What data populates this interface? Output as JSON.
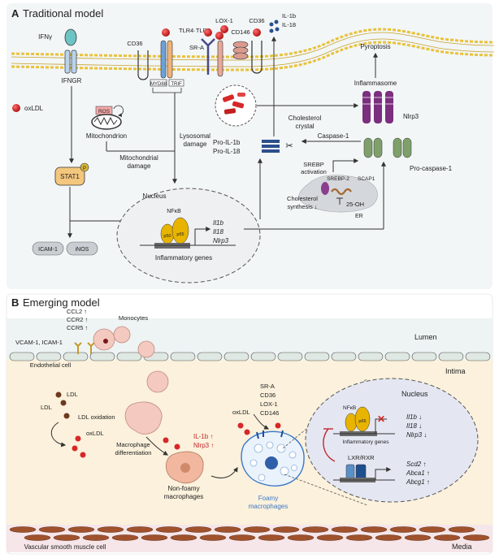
{
  "panel_a": {
    "letter": "A",
    "title": "Traditional model",
    "receptors": {
      "ifng": "IFNγ",
      "ifngr": "IFNGR",
      "cd36_left": "CD36",
      "tlr": "TLR4·TLR6",
      "sra": "SR-A",
      "lox1": "LOX-1",
      "cd146": "CD146",
      "cd36_right": "CD36",
      "il1b_top": "IL-1b",
      "il18_top": "IL-18",
      "myd88": "MYD88",
      "trif": "TRIF"
    },
    "oxldl_legend": "oxLDL",
    "ros": "ROS",
    "mitochondrion": "Mitochondrion",
    "mito_damage": [
      "Mitochondrial",
      "damage"
    ],
    "stat1": "STAT1",
    "stat1_p": "P",
    "icam1": "ICAM-1",
    "inos": "iNOS",
    "lysosomal_damage": [
      "Lysosomal",
      "damage"
    ],
    "nucleus": "Nucleus",
    "nfkb": "NFκB",
    "p50": "p50",
    "p65": "p65",
    "genes": [
      "Il1b",
      "Il18",
      "Nlrp3"
    ],
    "inflammatory_genes": "Inflammatory genes",
    "pro_il1b": "Pro-IL-1b",
    "pro_il18": "Pro-IL-18",
    "caspase1": "Caspase-1",
    "cholesterol_crystal": [
      "Cholesterol",
      "crystal"
    ],
    "pyroptosis": "Pyroptosis",
    "inflammasome": "Inflammasome",
    "nlrp3": "Nlrp3",
    "pro_caspase1": "Pro-caspase-1",
    "srebp_activation": [
      "SREBP",
      "activation"
    ],
    "srebp2": "SREBP-2",
    "scap1": "SCAP1",
    "chol_synthesis": [
      "Cholesterol",
      "synthesis ↓"
    ],
    "oh25": "25-OH",
    "er": "ER"
  },
  "panel_b": {
    "letter": "B",
    "title": "Emerging model",
    "chemokines": [
      "CCL2 ↑",
      "CCR2 ↑",
      "CCR5 ↑"
    ],
    "monocytes": "Monocytes",
    "vcam": "VCAM-1, ICAM-1",
    "endothelial": "Endothelial cell",
    "lumen": "Lumen",
    "intima": "Intima",
    "ldl_top": "LDL",
    "ldl_left": "LDL",
    "ldl_oxidation": "LDL oxidation",
    "oxldl_left": "oxLDL",
    "macro_diff": [
      "Macrophage",
      "differentiation"
    ],
    "il1b_up": "IL-1b ↑",
    "nlrp3_up": "Nlrp3 ↑",
    "non_foamy": [
      "Non-foamy",
      "macrophages"
    ],
    "oxldl_mid": "oxLDL",
    "scavengers": [
      "SR-A",
      "CD36",
      "LOX-1",
      "CD146"
    ],
    "foamy": [
      "Foamy",
      "macrophages"
    ],
    "nucleus": "Nucleus",
    "nfkb": "NFκB",
    "p65": "p65",
    "inflam_genes": "Inflammatory genes",
    "genes_down": [
      "Il1b ↓",
      "Il18 ↓",
      "Nlrp3 ↓"
    ],
    "lxr": "LXR/RXR",
    "genes_up": [
      "Scd2 ↑",
      "Abca1 ↑",
      "Abcg1 ↑"
    ],
    "vsmc": "Vascular smooth muscle cell",
    "media": "Media"
  },
  "colors": {
    "membrane": "#e9c23a",
    "oxldl": "#d62828",
    "ldl": "#6b3a1f",
    "receptor_blue": "#5b8fc7",
    "receptor_teal": "#5fb3b3",
    "inflammasome": "#7b2f7e",
    "pro_casp": "#7fa06a",
    "nfkb": "#e8b400",
    "intima_bg": "#fbf1dc",
    "lumen_bg": "#eef3f4",
    "media_bg": "#f6e6e9",
    "foamy": "#3a78c8",
    "red_text": "#c0282d"
  }
}
